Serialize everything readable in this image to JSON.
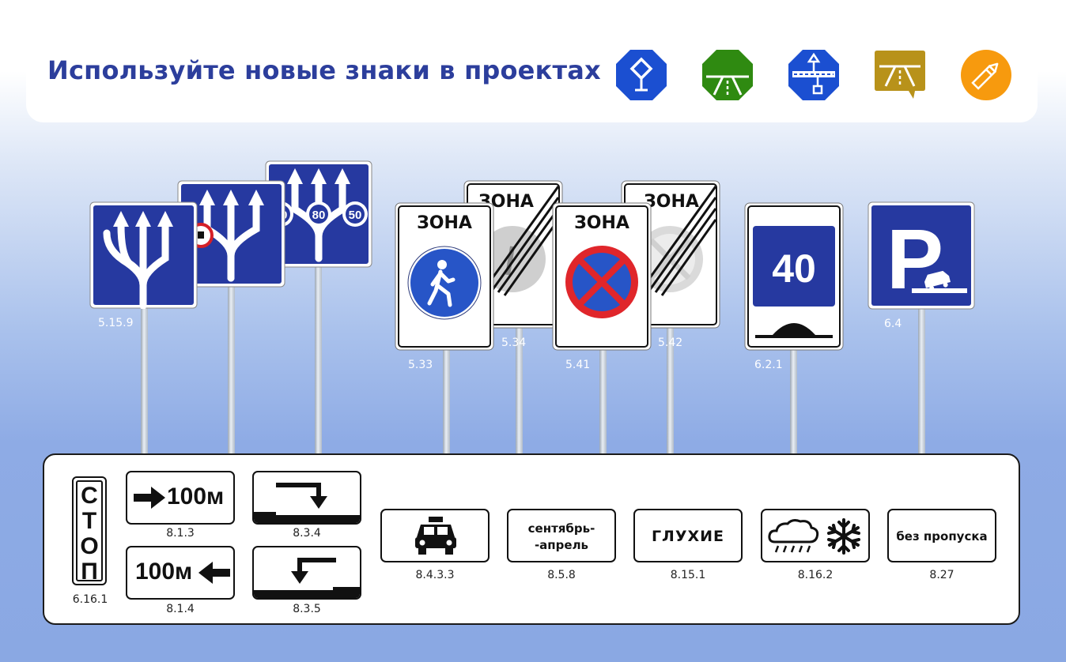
{
  "header": {
    "title": "Используйте новые знаки в проектах",
    "icons": [
      "blue-priority-sign-icon",
      "green-highway-icon",
      "blue-bridge-icon",
      "olive-road-comment-icon",
      "orange-pencil-icon"
    ]
  },
  "colors": {
    "sign_blue": "#2639a0",
    "title": "#2c3e9c",
    "green": "#2f8a11",
    "olive": "#b8921a",
    "orange": "#f79a0e",
    "red": "#e0262b"
  },
  "signs": {
    "s5159": {
      "code": "5.15.9"
    },
    "lanes2": {
      "speeds": [
        "60",
        "80",
        "50"
      ]
    },
    "s533": {
      "code": "5.33",
      "zone": "ЗОНА"
    },
    "s534": {
      "code": "5.34",
      "zone": "ЗОНА"
    },
    "s541": {
      "code": "5.41",
      "zone": "ЗОНА"
    },
    "s542": {
      "code": "5.42",
      "zone": "ЗОНА"
    },
    "s621": {
      "code": "6.2.1",
      "speed": "40"
    },
    "s64": {
      "code": "6.4",
      "letter": "P"
    }
  },
  "plates": {
    "p6161": {
      "code": "6.16.1",
      "letters": [
        "С",
        "Т",
        "О",
        "П"
      ]
    },
    "p813": {
      "code": "8.1.3",
      "text": "100м"
    },
    "p814": {
      "code": "8.1.4",
      "text": "100м"
    },
    "p834": {
      "code": "8.3.4"
    },
    "p835": {
      "code": "8.3.5"
    },
    "p8433": {
      "code": "8.4.3.3"
    },
    "p858": {
      "code": "8.5.8",
      "line1": "сентябрь-",
      "line2": "-апрель"
    },
    "p8151": {
      "code": "8.15.1",
      "text": "ГЛУХИЕ"
    },
    "p8162": {
      "code": "8.16.2"
    },
    "p827": {
      "code": "8.27",
      "text": "без пропуска"
    }
  }
}
